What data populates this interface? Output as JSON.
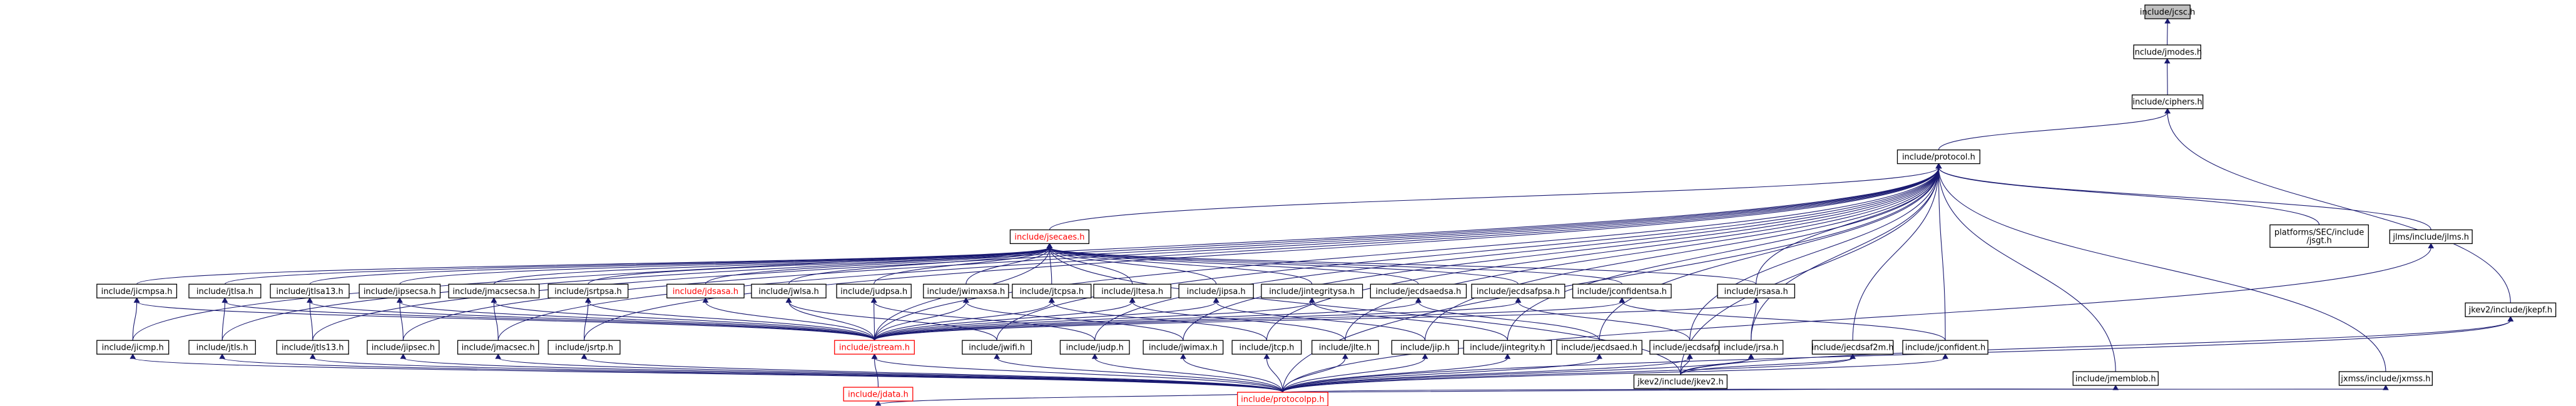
{
  "nodes": [
    {
      "id": "jcsc",
      "label": "include/jcsc.h",
      "style": "root"
    },
    {
      "id": "jmodes",
      "label": "include/jmodes.h"
    },
    {
      "id": "ciphers",
      "label": "include/ciphers.h"
    },
    {
      "id": "jlms_h",
      "label": "jlms/include/jlms.h"
    },
    {
      "id": "jkepf",
      "label": "jkev2/include/jkepf.h"
    },
    {
      "id": "protocol",
      "label": "include/protocol.h"
    },
    {
      "id": "jsecaes",
      "label": "include/jsecaes.h",
      "style": "redtext"
    },
    {
      "id": "sec_jsgt",
      "label": "platforms/SEC/include\n/jsgt.h"
    },
    {
      "id": "jicmpsa",
      "label": "include/jicmpsa.h"
    },
    {
      "id": "jtlsa",
      "label": "include/jtlsa.h"
    },
    {
      "id": "jtlsa13",
      "label": "include/jtlsa13.h"
    },
    {
      "id": "jipsecsa",
      "label": "include/jipsecsa.h"
    },
    {
      "id": "jmacsecsa",
      "label": "include/jmacsecsa.h"
    },
    {
      "id": "jsrtpsa",
      "label": "include/jsrtpsa.h"
    },
    {
      "id": "jdsasa",
      "label": "include/jdsasa.h",
      "style": "redtext"
    },
    {
      "id": "jwlsa",
      "label": "include/jwlsa.h"
    },
    {
      "id": "judpsa",
      "label": "include/judpsa.h"
    },
    {
      "id": "jwimaxsa",
      "label": "include/jwimaxsa.h"
    },
    {
      "id": "jtcpsa",
      "label": "include/jtcpsa.h"
    },
    {
      "id": "jltesa",
      "label": "include/jltesa.h"
    },
    {
      "id": "jipsa",
      "label": "include/jipsa.h"
    },
    {
      "id": "jintegritysa",
      "label": "include/jintegritysa.h"
    },
    {
      "id": "jecdsaedsa",
      "label": "include/jecdsaedsa.h"
    },
    {
      "id": "jecdsafpsa",
      "label": "include/jecdsafpsa.h"
    },
    {
      "id": "jconfidentsa",
      "label": "include/jconfidentsa.h"
    },
    {
      "id": "jrsasa",
      "label": "include/jrsasa.h"
    },
    {
      "id": "jicmp",
      "label": "include/jicmp.h"
    },
    {
      "id": "jtls",
      "label": "include/jtls.h"
    },
    {
      "id": "jtls13",
      "label": "include/jtls13.h"
    },
    {
      "id": "jipsec",
      "label": "include/jipsec.h"
    },
    {
      "id": "jmacsec",
      "label": "include/jmacsec.h"
    },
    {
      "id": "jsrtp",
      "label": "include/jsrtp.h"
    },
    {
      "id": "jstream",
      "label": "include/jstream.h",
      "style": "red"
    },
    {
      "id": "jwifi",
      "label": "include/jwifi.h"
    },
    {
      "id": "judp",
      "label": "include/judp.h"
    },
    {
      "id": "jwimax",
      "label": "include/jwimax.h"
    },
    {
      "id": "jtcp",
      "label": "include/jtcp.h"
    },
    {
      "id": "jlte",
      "label": "include/jlte.h"
    },
    {
      "id": "jip",
      "label": "include/jip.h"
    },
    {
      "id": "jintegrity",
      "label": "include/jintegrity.h"
    },
    {
      "id": "jecdsaed",
      "label": "include/jecdsaed.h"
    },
    {
      "id": "jecdsafp",
      "label": "include/jecdsafp.h"
    },
    {
      "id": "jrsa",
      "label": "include/jrsa.h"
    },
    {
      "id": "jecdsaf2m",
      "label": "include/jecdsaf2m.h"
    },
    {
      "id": "jconfident",
      "label": "include/jconfident.h"
    },
    {
      "id": "jdata",
      "label": "include/jdata.h",
      "style": "red"
    },
    {
      "id": "jkev2",
      "label": "jkev2/include/jkev2.h"
    },
    {
      "id": "jmemblob",
      "label": "include/jmemblob.h"
    },
    {
      "id": "jxmss",
      "label": "jxmss/include/jxmss.h"
    },
    {
      "id": "protocolpp",
      "label": "include/protocolpp.h",
      "style": "red"
    }
  ],
  "edges": [
    [
      "jcsc",
      "jmodes"
    ],
    [
      "jmodes",
      "ciphers"
    ],
    [
      "ciphers",
      "protocol"
    ],
    [
      "ciphers",
      "jkepf"
    ],
    [
      "protocol",
      "jsecaes"
    ],
    [
      "protocol",
      "sec_jsgt"
    ],
    [
      "protocol",
      "jlms_h"
    ],
    [
      "protocol",
      "jicmp"
    ],
    [
      "protocol",
      "jtls"
    ],
    [
      "protocol",
      "jtls13"
    ],
    [
      "protocol",
      "jipsec"
    ],
    [
      "protocol",
      "jmacsec"
    ],
    [
      "protocol",
      "jsrtp"
    ],
    [
      "protocol",
      "jstream"
    ],
    [
      "protocol",
      "jwifi"
    ],
    [
      "protocol",
      "judp"
    ],
    [
      "protocol",
      "jwimax"
    ],
    [
      "protocol",
      "jtcp"
    ],
    [
      "protocol",
      "jlte"
    ],
    [
      "protocol",
      "jip"
    ],
    [
      "protocol",
      "jintegrity"
    ],
    [
      "protocol",
      "jecdsaed"
    ],
    [
      "protocol",
      "jecdsafp"
    ],
    [
      "protocol",
      "jrsa"
    ],
    [
      "protocol",
      "jrsasa"
    ],
    [
      "protocol",
      "jecdsaf2m"
    ],
    [
      "protocol",
      "jconfident"
    ],
    [
      "protocol",
      "jkev2"
    ],
    [
      "protocol",
      "jmemblob"
    ],
    [
      "protocol",
      "jxmss"
    ],
    [
      "protocol",
      "protocolpp"
    ],
    [
      "jsecaes",
      "jicmpsa"
    ],
    [
      "jsecaes",
      "jtlsa"
    ],
    [
      "jsecaes",
      "jtlsa13"
    ],
    [
      "jsecaes",
      "jipsecsa"
    ],
    [
      "jsecaes",
      "jmacsecsa"
    ],
    [
      "jsecaes",
      "jsrtpsa"
    ],
    [
      "jsecaes",
      "jdsasa"
    ],
    [
      "jsecaes",
      "jwlsa"
    ],
    [
      "jsecaes",
      "judpsa"
    ],
    [
      "jsecaes",
      "jwimaxsa"
    ],
    [
      "jsecaes",
      "jtcpsa"
    ],
    [
      "jsecaes",
      "jltesa"
    ],
    [
      "jsecaes",
      "jipsa"
    ],
    [
      "jsecaes",
      "jintegritysa"
    ],
    [
      "jsecaes",
      "jecdsaedsa"
    ],
    [
      "jsecaes",
      "jecdsafpsa"
    ],
    [
      "jsecaes",
      "jconfidentsa"
    ],
    [
      "jsecaes",
      "jrsasa"
    ],
    [
      "jsecaes",
      "jstream"
    ],
    [
      "jsecaes",
      "jkev2"
    ],
    [
      "jicmpsa",
      "jicmp"
    ],
    [
      "jicmpsa",
      "jstream"
    ],
    [
      "jtlsa",
      "jtls"
    ],
    [
      "jtlsa",
      "jstream"
    ],
    [
      "jtlsa13",
      "jtls13"
    ],
    [
      "jtlsa13",
      "jstream"
    ],
    [
      "jipsecsa",
      "jipsec"
    ],
    [
      "jipsecsa",
      "jstream"
    ],
    [
      "jmacsecsa",
      "jmacsec"
    ],
    [
      "jmacsecsa",
      "jstream"
    ],
    [
      "jsrtpsa",
      "jsrtp"
    ],
    [
      "jsrtpsa",
      "jstream"
    ],
    [
      "jdsasa",
      "jstream"
    ],
    [
      "jwlsa",
      "jwifi"
    ],
    [
      "jwlsa",
      "jstream"
    ],
    [
      "judpsa",
      "judp"
    ],
    [
      "judpsa",
      "jstream"
    ],
    [
      "jwimaxsa",
      "jwimax"
    ],
    [
      "jwimaxsa",
      "jstream"
    ],
    [
      "jtcpsa",
      "jtcp"
    ],
    [
      "jtcpsa",
      "jstream"
    ],
    [
      "jltesa",
      "jlte"
    ],
    [
      "jltesa",
      "jstream"
    ],
    [
      "jipsa",
      "jip"
    ],
    [
      "jipsa",
      "jstream"
    ],
    [
      "jintegritysa",
      "jintegrity"
    ],
    [
      "jintegritysa",
      "jstream"
    ],
    [
      "jecdsaedsa",
      "jecdsaed"
    ],
    [
      "jecdsaedsa",
      "jstream"
    ],
    [
      "jecdsafpsa",
      "jecdsafp"
    ],
    [
      "jecdsafpsa",
      "jstream"
    ],
    [
      "jconfidentsa",
      "jconfident"
    ],
    [
      "jconfidentsa",
      "jstream"
    ],
    [
      "jrsasa",
      "jrsa"
    ],
    [
      "jrsasa",
      "jstream"
    ],
    [
      "jicmp",
      "protocolpp"
    ],
    [
      "jtls",
      "protocolpp"
    ],
    [
      "jtls13",
      "protocolpp"
    ],
    [
      "jipsec",
      "protocolpp"
    ],
    [
      "jmacsec",
      "protocolpp"
    ],
    [
      "jsrtp",
      "protocolpp"
    ],
    [
      "jstream",
      "jdata"
    ],
    [
      "jstream",
      "protocolpp"
    ],
    [
      "jwifi",
      "protocolpp"
    ],
    [
      "judp",
      "protocolpp"
    ],
    [
      "jwimax",
      "protocolpp"
    ],
    [
      "jtcp",
      "protocolpp"
    ],
    [
      "jlte",
      "protocolpp"
    ],
    [
      "jip",
      "protocolpp"
    ],
    [
      "jintegrity",
      "protocolpp"
    ],
    [
      "jecdsaed",
      "protocolpp"
    ],
    [
      "jecdsafp",
      "jkev2"
    ],
    [
      "jecdsafp",
      "protocolpp"
    ],
    [
      "jrsa",
      "jkev2"
    ],
    [
      "jrsa",
      "protocolpp"
    ],
    [
      "jecdsaf2m",
      "jkev2"
    ],
    [
      "jecdsaf2m",
      "protocolpp"
    ],
    [
      "jconfident",
      "protocolpp"
    ],
    [
      "jdata",
      "protocolpp"
    ],
    [
      "jkepf",
      "jkev2"
    ],
    [
      "jkepf",
      "protocolpp"
    ],
    [
      "jlms_h",
      "protocolpp"
    ],
    [
      "jmemblob",
      "protocolpp"
    ],
    [
      "jxmss",
      "protocolpp"
    ]
  ]
}
